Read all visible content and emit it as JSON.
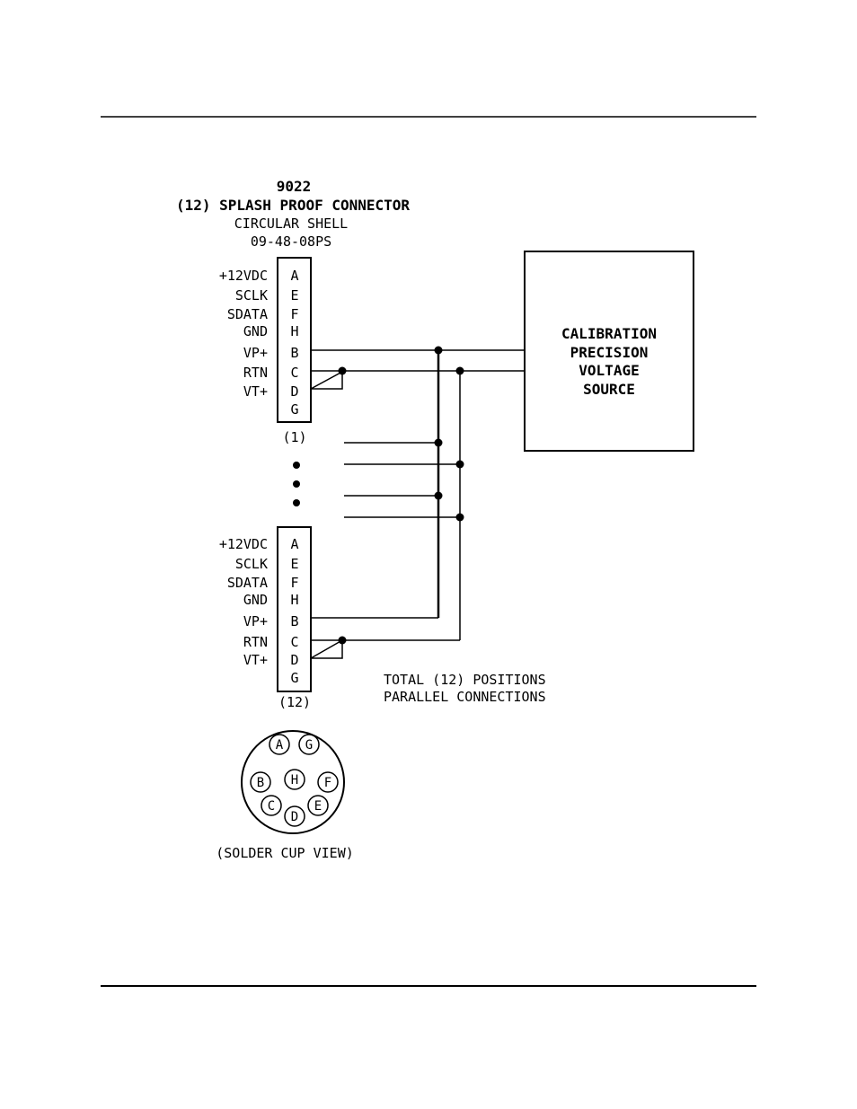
{
  "title": {
    "line1": "9022",
    "line2": "(12) SPLASH PROOF CONNECTOR",
    "line3": "CIRCULAR SHELL",
    "line4": "09-48-08PS"
  },
  "pin_labels": [
    "+12VDC",
    "SCLK",
    "SDATA",
    "GND",
    "VP+",
    "RTN",
    "VT+"
  ],
  "pin_letters": [
    "A",
    "E",
    "F",
    "H",
    "B",
    "C",
    "D",
    "G"
  ],
  "connector_top_label": "(1)",
  "connector_bottom_label": "(12)",
  "source_box": [
    "CALIBRATION",
    "PRECISION",
    "VOLTAGE",
    "SOURCE"
  ],
  "note": {
    "line1": "TOTAL (12) POSITIONS",
    "line2": "PARALLEL CONNECTIONS"
  },
  "face_pins": [
    "A",
    "G",
    "B",
    "H",
    "F",
    "C",
    "E",
    "D"
  ],
  "face_caption": "(SOLDER CUP VIEW)"
}
